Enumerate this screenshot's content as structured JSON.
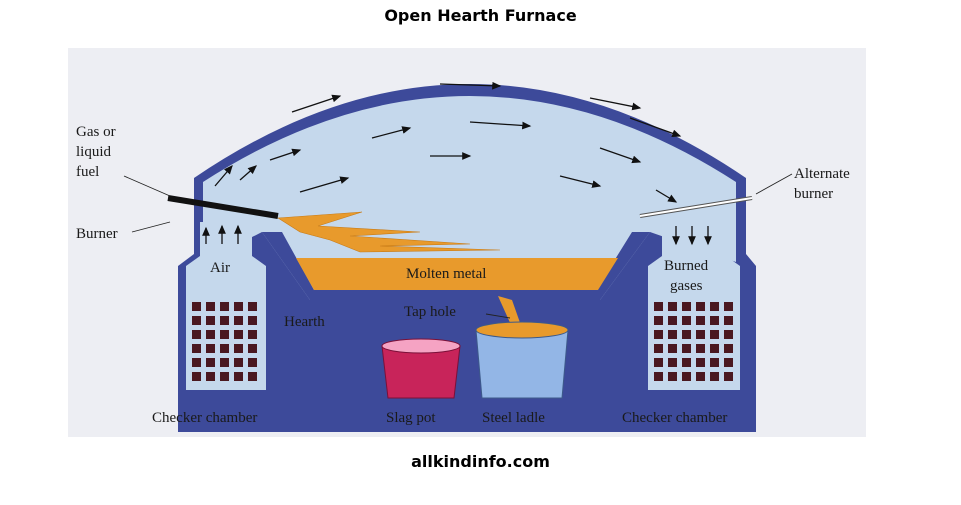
{
  "title": "Open Hearth Furnace",
  "footer": "allkindinfo.com",
  "labels": {
    "gas_line1": "Gas or",
    "gas_line2": "liquid",
    "gas_line3": "fuel",
    "burner": "Burner",
    "air": "Air",
    "hearth": "Hearth",
    "checker_left": "Checker chamber",
    "checker_right": "Checker chamber",
    "molten_metal": "Molten metal",
    "tap_hole": "Tap hole",
    "slag_pot": "Slag pot",
    "steel_ladle": "Steel ladle",
    "alternate_line1": "Alternate",
    "alternate_line2": "burner",
    "burned_line1": "Burned",
    "burned_line2": "gases"
  },
  "colors": {
    "panel": "#edeef3",
    "furnace_wall": "#3d4a9a",
    "interior": "#c5d8ec",
    "molten": "#e89a2c",
    "slag_pot": "#c8245a",
    "ladle": "#93b6e6",
    "checker": "#4a1820"
  }
}
